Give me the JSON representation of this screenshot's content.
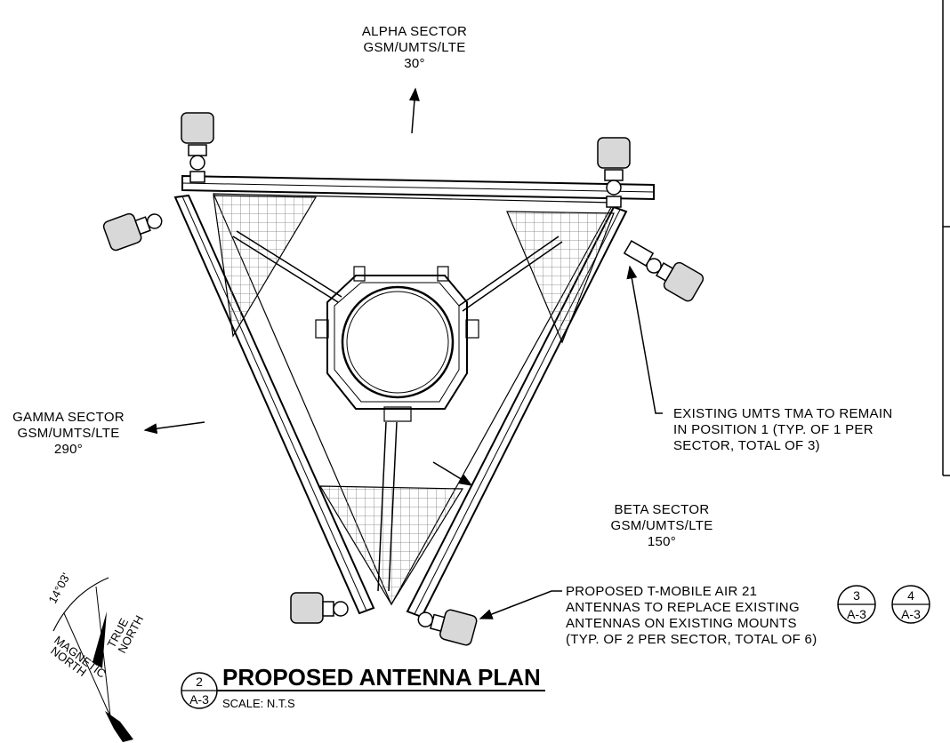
{
  "sectors": {
    "alpha": {
      "name": "ALPHA SECTOR",
      "tech": "GSM/UMTS/LTE",
      "azimuth": "30°"
    },
    "beta": {
      "name": "BETA SECTOR",
      "tech": "GSM/UMTS/LTE",
      "azimuth": "150°"
    },
    "gamma": {
      "name": "GAMMA SECTOR",
      "tech": "GSM/UMTS/LTE",
      "azimuth": "290°"
    }
  },
  "notes": {
    "tma": [
      "EXISTING UMTS TMA TO REMAIN",
      "IN POSITION 1 (TYP. OF 1 PER",
      "SECTOR, TOTAL OF 3)"
    ],
    "antennas": [
      "PROPOSED T-MOBILE AIR 21",
      "ANTENNAS TO REPLACE EXISTING",
      "ANTENNAS ON EXISTING MOUNTS",
      "(TYP. OF 2 PER SECTOR, TOTAL OF 6)"
    ]
  },
  "callouts": [
    {
      "number": "3",
      "sheet": "A-3"
    },
    {
      "number": "4",
      "sheet": "A-3"
    }
  ],
  "title_block": {
    "number": "2",
    "sheet": "A-3",
    "title": "PROPOSED ANTENNA PLAN",
    "scale": "SCALE: N.T.S"
  },
  "north_arrow": {
    "declination": "14°03'",
    "true_label": [
      "TRUE",
      "NORTH"
    ],
    "magnetic_label": [
      "MAGNETIC",
      "NORTH"
    ]
  }
}
